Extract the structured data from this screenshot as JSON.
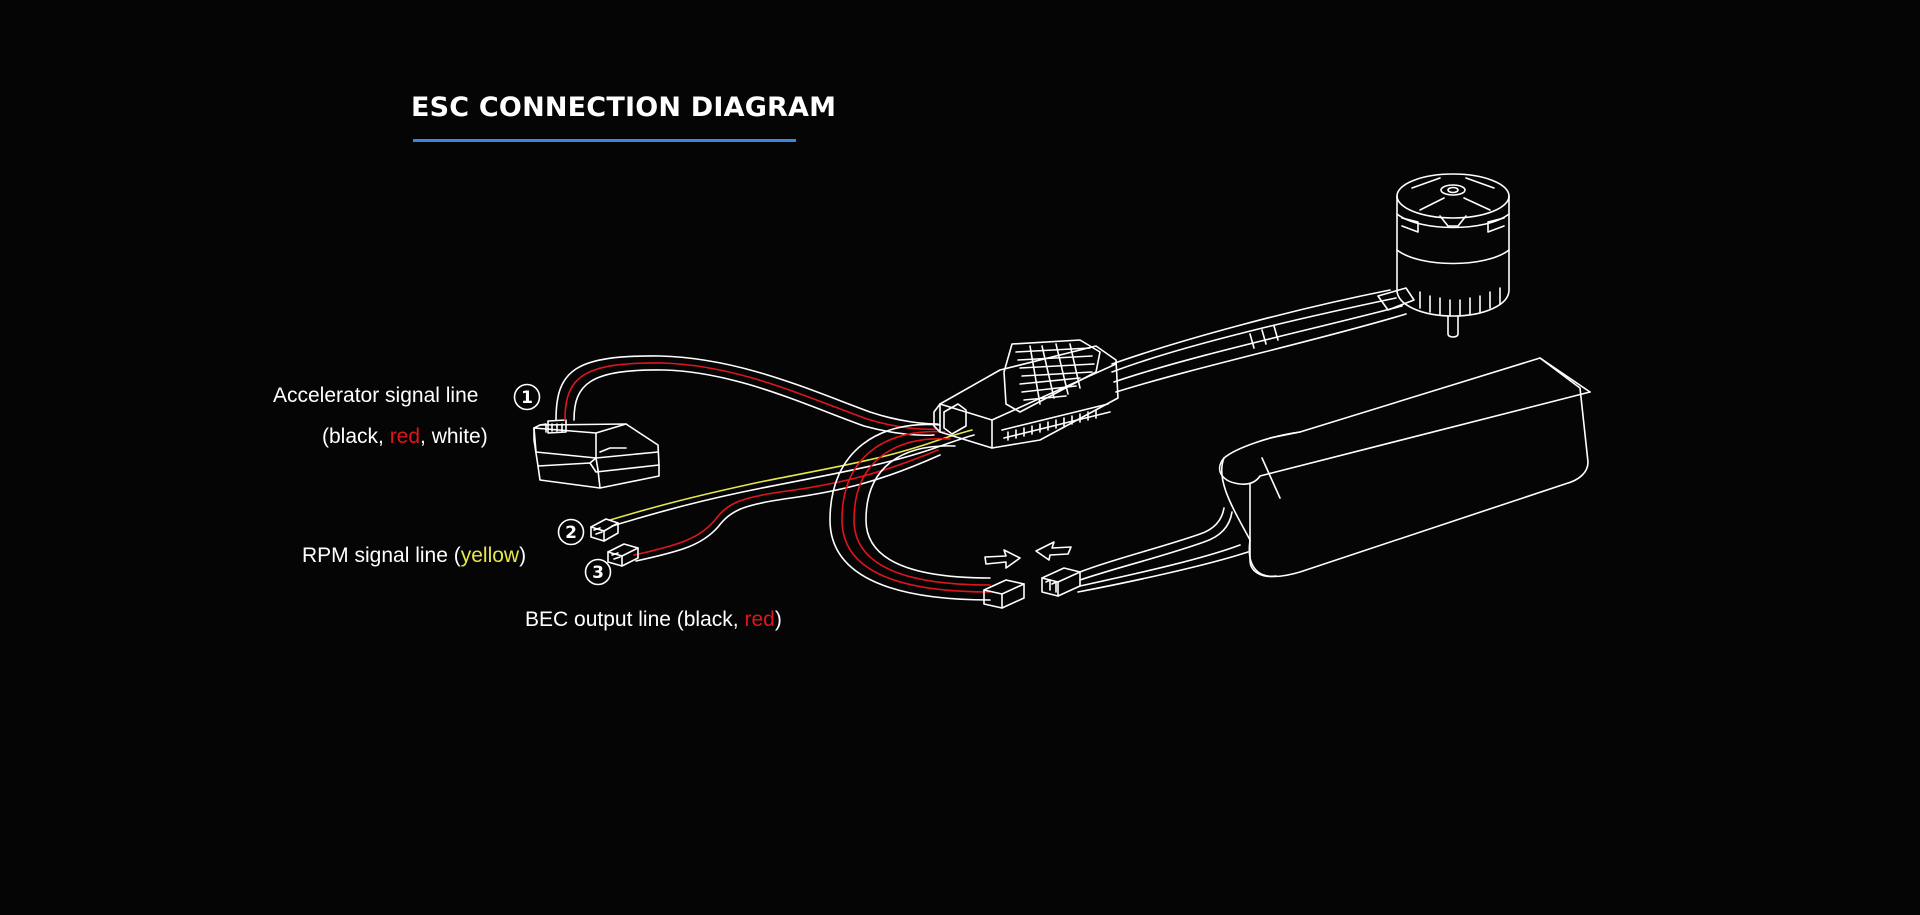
{
  "title": "ESC CONNECTION DIAGRAM",
  "colors": {
    "accent_underline": "#3a86e0",
    "wire_red": "#e0151b",
    "wire_yellow": "#e6e64d",
    "line_white": "#ffffff",
    "background": "#050505"
  },
  "callouts": [
    {
      "number": "1",
      "icon": "circled-number-1"
    },
    {
      "number": "2",
      "icon": "circled-number-2"
    },
    {
      "number": "3",
      "icon": "circled-number-3"
    }
  ],
  "labels": {
    "accelerator": {
      "line1": "Accelerator signal line",
      "open": "(black, ",
      "red": "red",
      "close": ", white)"
    },
    "rpm": {
      "text": "RPM signal line (",
      "yellow": "yellow",
      "close": ")"
    },
    "bec": {
      "text": "BEC output line (black, ",
      "red": "red",
      "close": ")"
    }
  },
  "components": [
    "receiver",
    "esc",
    "motor",
    "battery",
    "connector-plug",
    "connector-socket"
  ]
}
